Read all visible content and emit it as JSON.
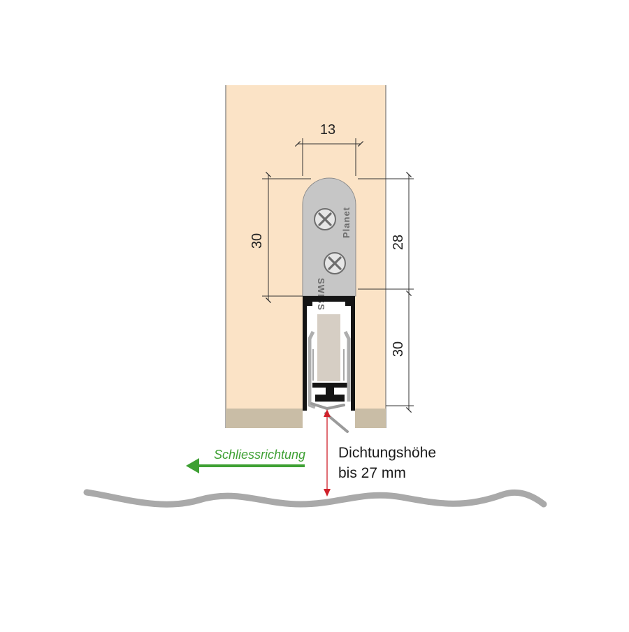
{
  "dimensions": {
    "width_top": "13",
    "height_left": "30",
    "height_right_upper": "28",
    "height_right_lower": "30"
  },
  "plate": {
    "brand_name": "Planet",
    "brand_origin": "SWISS"
  },
  "annotations": {
    "closing_direction": "Schliessrichtung",
    "seal_height_line1": "Dichtungshöhe",
    "seal_height_line2": "bis 27 mm"
  },
  "colors": {
    "door": "#fbe3c6",
    "door_bottom_strip": "#c9bda6",
    "plate": "#c6c6c6",
    "profile": "#141414",
    "seal_gray": "#aeaeae",
    "block": "#d6cec4",
    "floor": "#a9a9a9",
    "arrow_green": "#3ea033",
    "arrow_red": "#d0202a",
    "dimension_line": "#333333"
  }
}
